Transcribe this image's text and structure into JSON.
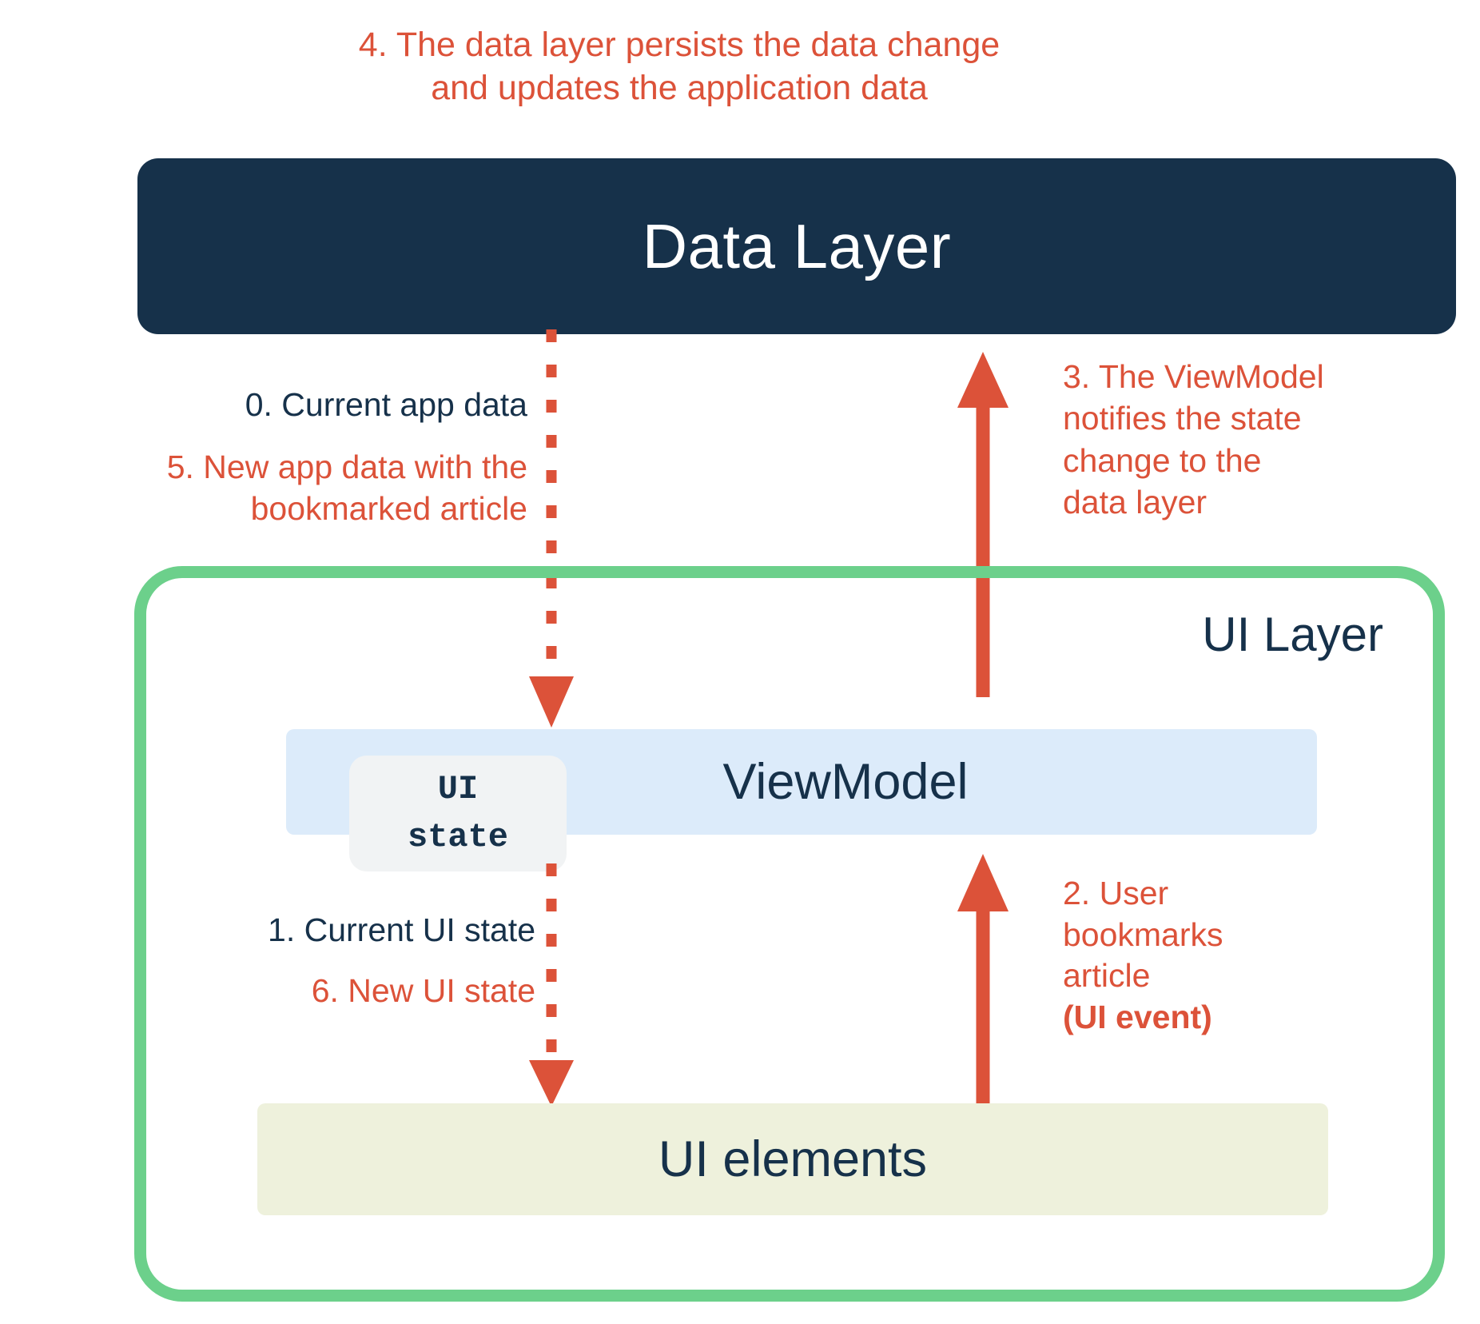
{
  "diagram": {
    "title_top_note": "4. The data layer persists the data change\nand updates the application data",
    "data_layer": {
      "label": "Data Layer",
      "color": "#16314A"
    },
    "ui_layer": {
      "label": "UI Layer",
      "border_color": "#6CD08B"
    },
    "viewmodel": {
      "label": "ViewModel",
      "color": "#DCEBFA"
    },
    "ui_state_chip": {
      "line1": "UI",
      "line2": "state",
      "color": "#F1F3F4"
    },
    "ui_elements": {
      "label": "UI elements",
      "color": "#EEF1DC"
    },
    "annotations": {
      "step0": "0. Current app data",
      "step5": "5. New app data with the\nbookmarked article",
      "step3": "3. The ViewModel\nnotifies the state\nchange to the\ndata layer",
      "step1": "1. Current UI state",
      "step6": "6. New UI state",
      "step2_plain": "2. User\nbookmarks\narticle\n",
      "step2_bold": "(UI event)"
    },
    "colors": {
      "accent_red": "#DC5239",
      "navy": "#16314A",
      "green": "#6CD08B",
      "light_blue": "#DCEBFA",
      "pale_yellow": "#EEF1DC",
      "chip_gray": "#F1F3F4"
    },
    "flow_steps": [
      "0. Current app data",
      "1. Current UI state",
      "2. User bookmarks article (UI event)",
      "3. The ViewModel notifies the state change to the data layer",
      "4. The data layer persists the data change and updates the application data",
      "5. New app data with the bookmarked article",
      "6. New UI state"
    ]
  }
}
